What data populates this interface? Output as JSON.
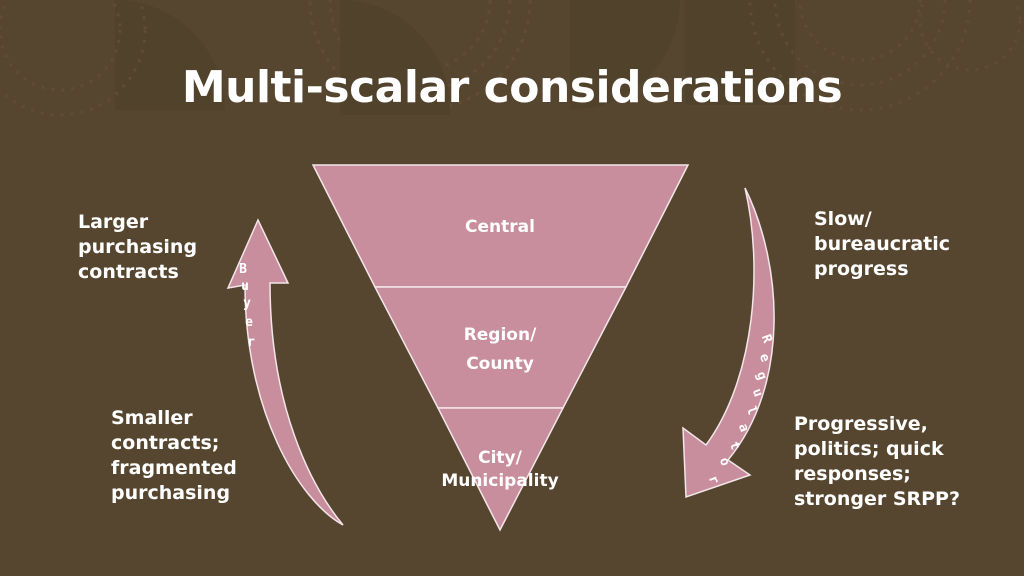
{
  "title": "Multi-scalar considerations",
  "colors": {
    "background": "#56462f",
    "shape_fill": "#c98e9e",
    "shape_stroke": "#f2e6e9",
    "text": "#ffffff"
  },
  "funnel": {
    "levels": [
      {
        "label_lines": [
          "Central"
        ]
      },
      {
        "label_lines": [
          "Region/",
          "County"
        ]
      },
      {
        "label_lines": [
          "City/",
          "Municipality"
        ]
      }
    ]
  },
  "left": {
    "top_text": [
      "Larger",
      "purchasing",
      "contracts"
    ],
    "bottom_text": [
      "Smaller",
      "contracts;",
      "fragmented",
      "purchasing"
    ],
    "arrow_label": [
      "B",
      "u",
      "y",
      "e",
      "r"
    ]
  },
  "right": {
    "top_text": [
      "Slow/",
      "bureaucratic",
      "progress"
    ],
    "bottom_text": [
      "Progressive,",
      "politics; quick",
      "responses;",
      "stronger SRPP?"
    ],
    "arrow_label": [
      "R",
      "e",
      "g",
      "u",
      "l",
      "a",
      "t",
      "o",
      "r"
    ]
  }
}
